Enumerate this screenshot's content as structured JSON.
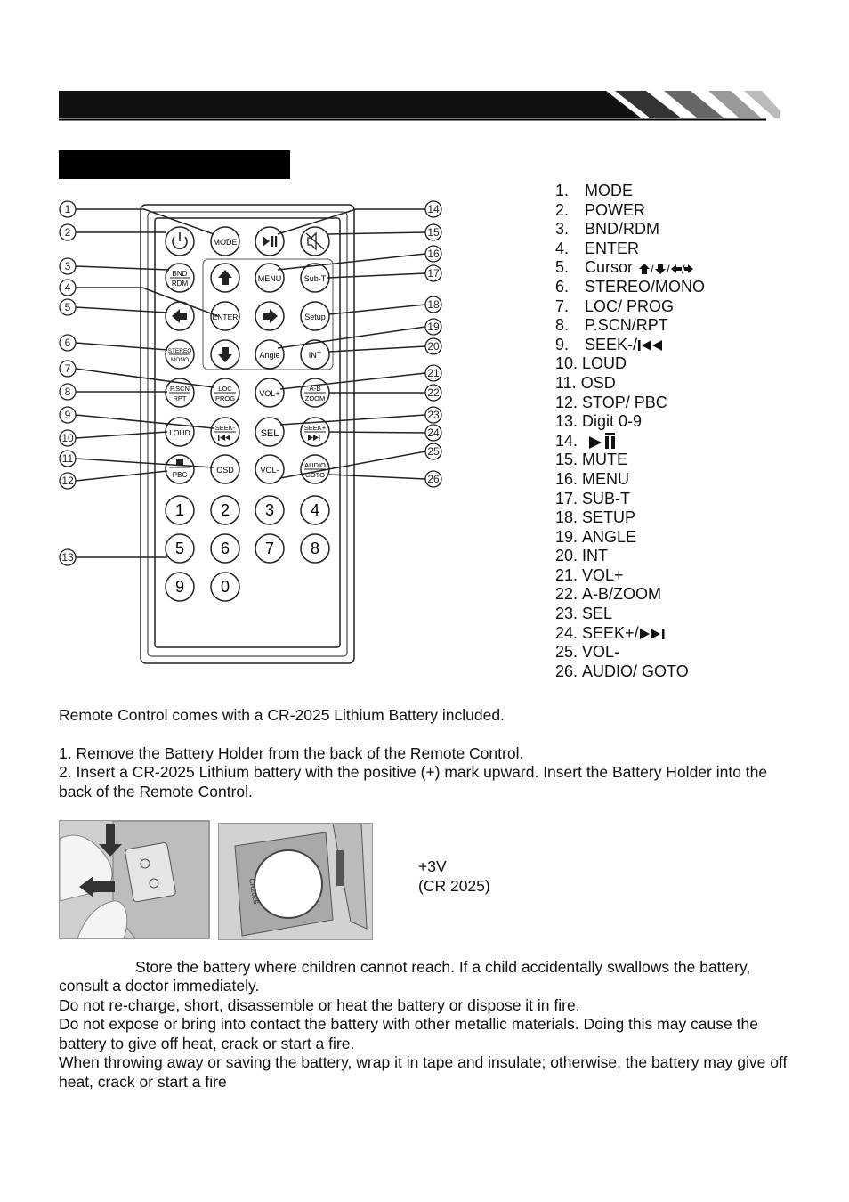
{
  "legend": {
    "items": [
      {
        "num": "1.",
        "label": "MODE"
      },
      {
        "num": "2.",
        "label": "POWER"
      },
      {
        "num": "3.",
        "label": "BND/RDM"
      },
      {
        "num": "4.",
        "label": "ENTER"
      },
      {
        "num": "5.",
        "label": "Cursor"
      },
      {
        "num": "6.",
        "label": "STEREO/MONO"
      },
      {
        "num": "7.",
        "label": "LOC/ PROG"
      },
      {
        "num": "8.",
        "label": "P.SCN/RPT"
      },
      {
        "num": "9.",
        "label": "SEEK-/"
      },
      {
        "num": "10.",
        "label": "LOUD"
      },
      {
        "num": "11.",
        "label": "OSD"
      },
      {
        "num": "12.",
        "label": "STOP/ PBC"
      },
      {
        "num": "13.",
        "label": "Digit 0-9"
      },
      {
        "num": "14.",
        "label": ""
      },
      {
        "num": "15.",
        "label": "MUTE"
      },
      {
        "num": "16.",
        "label": "MENU"
      },
      {
        "num": "17.",
        "label": "SUB-T"
      },
      {
        "num": "18.",
        "label": "SETUP"
      },
      {
        "num": "19.",
        "label": "ANGLE"
      },
      {
        "num": "20.",
        "label": "INT"
      },
      {
        "num": "21.",
        "label": "VOL+"
      },
      {
        "num": "22.",
        "label": "A-B/ZOOM"
      },
      {
        "num": "23.",
        "label": "SEL"
      },
      {
        "num": "24.",
        "label": "SEEK+/"
      },
      {
        "num": "25.",
        "label": "VOL-"
      },
      {
        "num": "26.",
        "label": "AUDIO/ GOTO"
      }
    ]
  },
  "remote": {
    "buttons": {
      "mode": "MODE",
      "menu": "MENU",
      "subt": "Sub-T",
      "enter": "ENTER",
      "setup": "Setup",
      "angle": "Angle",
      "int": "INT",
      "bnd": "BND",
      "rdm": "RDM",
      "stereo": "STEREO",
      "mono": "MONO",
      "loc": "LOC",
      "prog": "PROG",
      "pscn": "P.SCN",
      "rpt": "RPT",
      "volp": "VOL+",
      "ab": "A-B",
      "zoom": "ZOOM",
      "loud": "LOUD",
      "seekm": "SEEK-",
      "sel": "SEL",
      "seekp": "SEEK+",
      "pbc": "PBC",
      "osd": "OSD",
      "volm": "VOL-",
      "audio": "AUDIO",
      "goto": "GOTO",
      "d1": "1",
      "d2": "2",
      "d3": "3",
      "d4": "4",
      "d5": "5",
      "d6": "6",
      "d7": "7",
      "d8": "8",
      "d9": "9",
      "d0": "0"
    },
    "callouts": [
      "1",
      "2",
      "3",
      "4",
      "5",
      "6",
      "7",
      "8",
      "9",
      "10",
      "11",
      "12",
      "13",
      "14",
      "15",
      "16",
      "17",
      "18",
      "19",
      "20",
      "21",
      "22",
      "23",
      "24",
      "25",
      "26"
    ]
  },
  "text": {
    "intro": "Remote Control comes with a CR-2025 Lithium Battery included.",
    "step1": "1. Remove the Battery Holder from the back of the Remote Control.",
    "step2": "2. Insert a CR-2025 Lithium battery with the positive (+) mark upward. Insert the Battery Holder into the back of the Remote Control.",
    "caption_v": "+3V",
    "caption_model": "(CR 2025)",
    "warn1": "Store the battery where children cannot reach. If a child accidentally swallows the battery,",
    "warn1b": "consult a doctor immediately.",
    "warn2": "Do not re-charge, short, disassemble or heat the battery or dispose it in fire.",
    "warn3": "Do not expose or bring into contact the battery with other metallic materials. Doing this may cause the battery to give off heat, crack or start a fire.",
    "warn4": "When throwing away or saving the battery, wrap it in tape and insulate; otherwise, the battery may give off heat, crack or start a fire"
  },
  "photos": {
    "holder_label": "CR2025"
  }
}
